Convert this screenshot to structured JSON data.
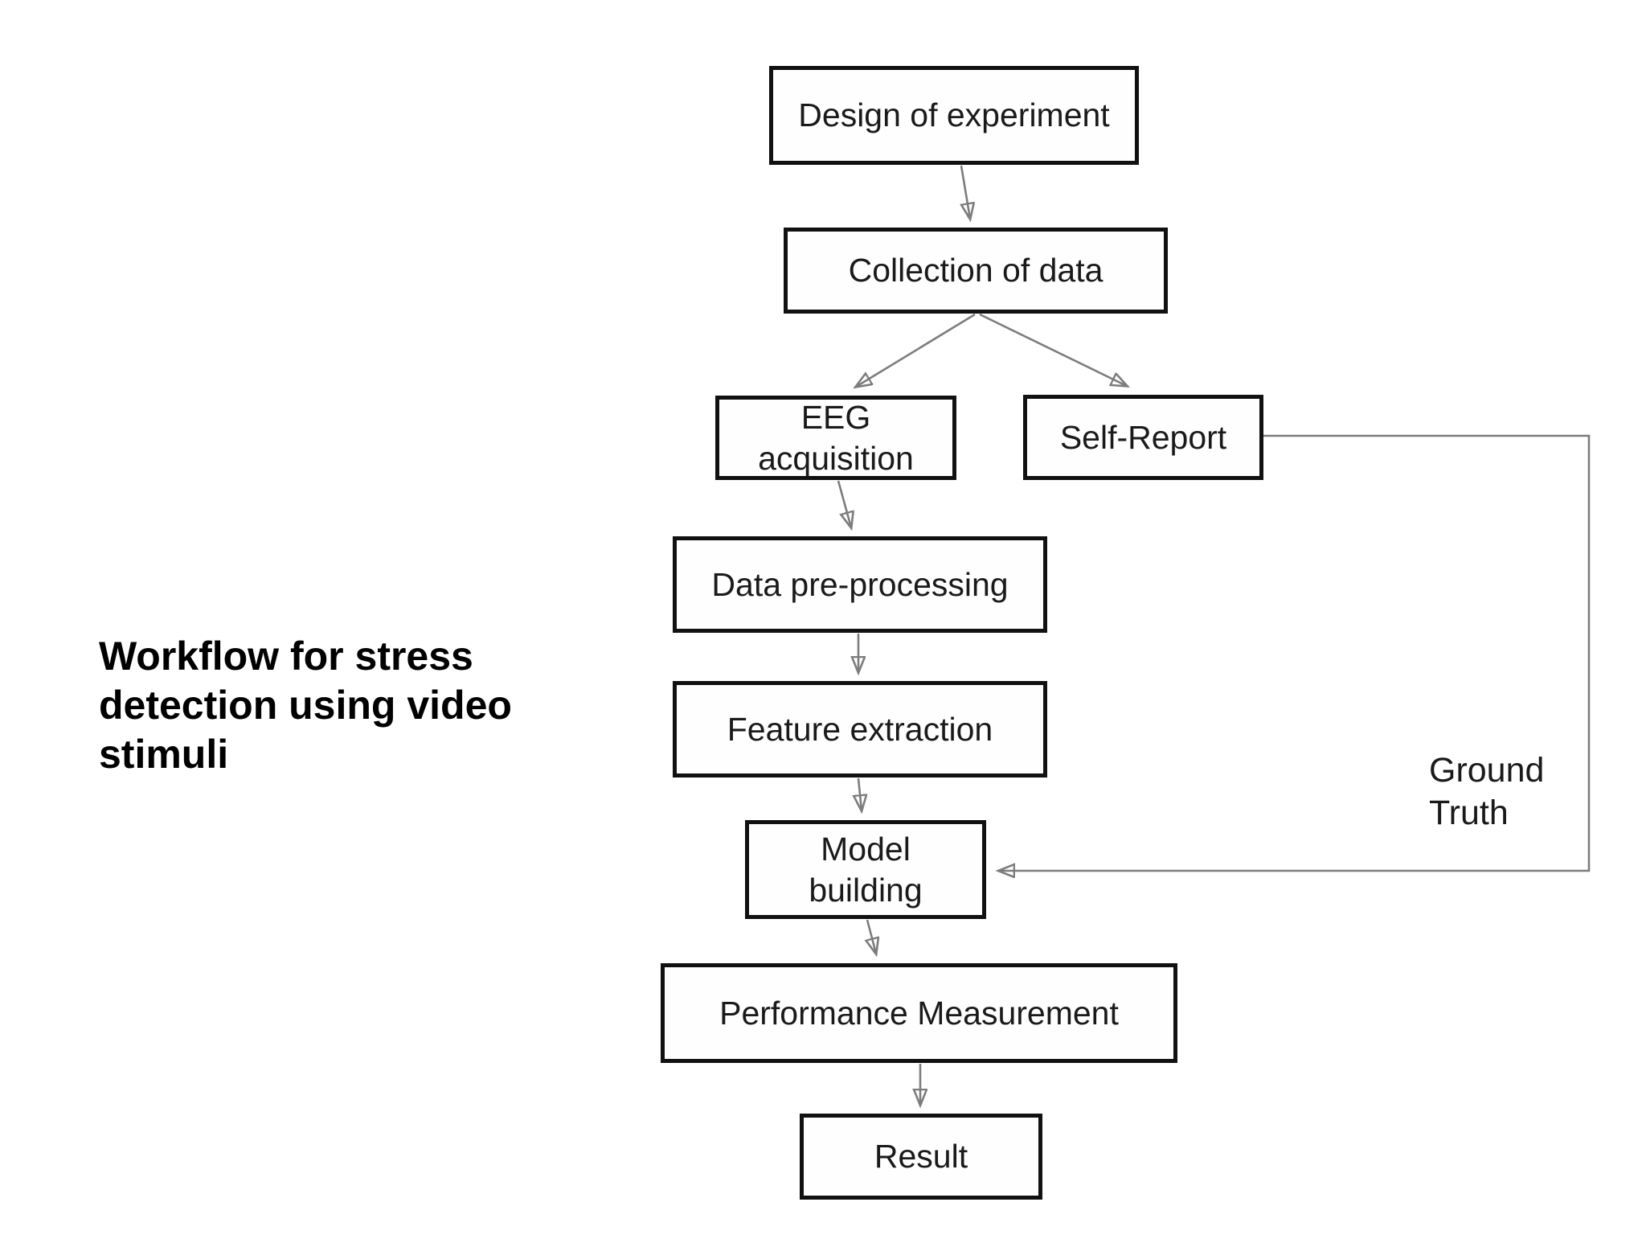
{
  "diagram": {
    "type": "flowchart",
    "title": "Workflow for stress\ndetection using video\nstimuli",
    "edge_label": "Ground\nTruth",
    "nodes": [
      {
        "id": "design",
        "label": "Design of experiment",
        "display": "Design of experiment"
      },
      {
        "id": "collection",
        "label": "Collection of data",
        "display": "Collection of data"
      },
      {
        "id": "eeg",
        "label": "EEG acquisition",
        "display": "EEG\nacquisition"
      },
      {
        "id": "self_report",
        "label": "Self-Report",
        "display": "Self-Report"
      },
      {
        "id": "preprocess",
        "label": "Data pre-processing",
        "display": "Data pre-processing"
      },
      {
        "id": "feature",
        "label": "Feature extraction",
        "display": "Feature extraction"
      },
      {
        "id": "model",
        "label": "Model building",
        "display": "Model\nbuilding"
      },
      {
        "id": "performance",
        "label": "Performance Measurement",
        "display": "Performance Measurement"
      },
      {
        "id": "result",
        "label": "Result",
        "display": "Result"
      }
    ],
    "edges": [
      {
        "from": "Design of experiment",
        "to": "Collection of data"
      },
      {
        "from": "Collection of data",
        "to": "EEG acquisition"
      },
      {
        "from": "Collection of data",
        "to": "Self-Report"
      },
      {
        "from": "EEG acquisition",
        "to": "Data pre-processing"
      },
      {
        "from": "Data pre-processing",
        "to": "Feature extraction"
      },
      {
        "from": "Feature extraction",
        "to": "Model building"
      },
      {
        "from": "Self-Report",
        "to": "Model building",
        "label": "Ground Truth"
      },
      {
        "from": "Model building",
        "to": "Performance Measurement"
      },
      {
        "from": "Performance Measurement",
        "to": "Result"
      }
    ],
    "colors": {
      "background": "#ffffff",
      "box_fill": "#fefefe",
      "box_border": "#111111",
      "box_text": "#1a1a1a",
      "connector": "#7d7d7d",
      "arrowhead": "#6a6a6a",
      "title_text": "#000000"
    }
  }
}
